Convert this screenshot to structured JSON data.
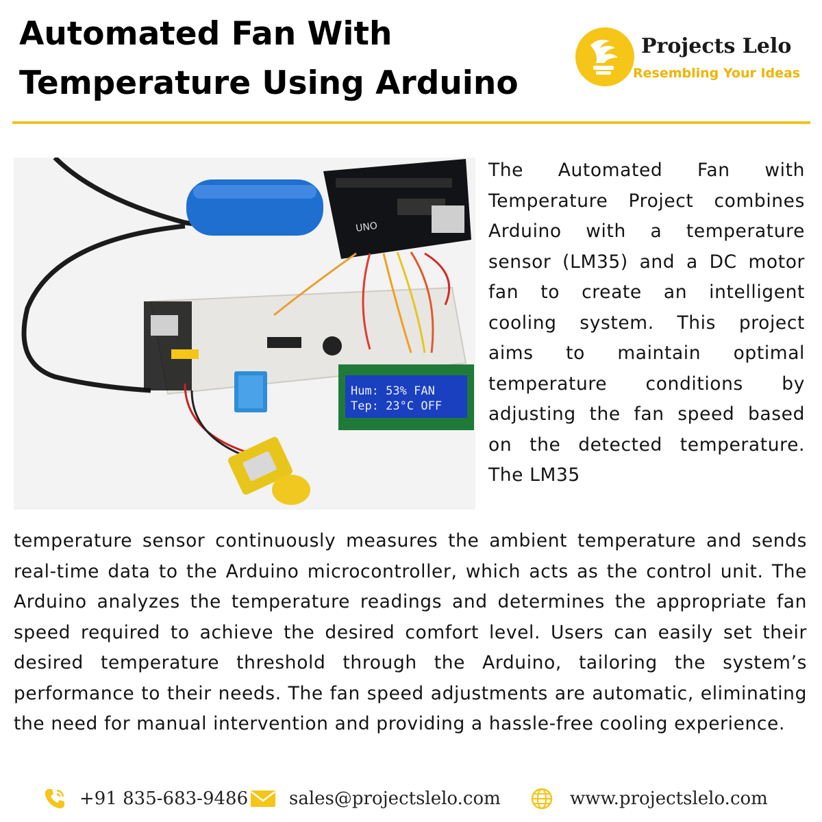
{
  "header": {
    "title_line1": "Automated Fan With",
    "title_line2": "Temperature Using Arduino"
  },
  "logo": {
    "name": "Projects Lelo",
    "tagline": "Resembling Your Ideas"
  },
  "photo": {
    "lcd_line1": "Hum: 53%  FAN",
    "lcd_line2": "Tep: 23°C OFF",
    "board_label": "UNO"
  },
  "body": {
    "paragraph_right": "The Automated Fan with Temperature Project combines Arduino with a temperature sensor (LM35) and a DC motor fan to create an intelligent cooling system. This project aims to maintain optimal temperature conditions by adjusting the fan speed based on the detected temperature. The LM35",
    "paragraph_bottom": " temperature sensor continuously measures the ambient temperature and sends real-time data to the Arduino microcontroller, which acts as the control unit. The Arduino analyzes the temperature readings and determines the appropriate fan speed required to achieve the desired comfort level. Users can easily set their desired temperature threshold through the Arduino, tailoring the system’s performance to their needs. The fan speed adjustments are automatic, eliminating the need for manual intervention and providing a hassle-free cooling experience."
  },
  "footer": {
    "phone": "+91 835-683-9486",
    "email": "sales@projectslelo.com",
    "website": "www.projectslelo.com"
  },
  "colors": {
    "accent": "#f2c21b",
    "logo_tag": "#f0b400",
    "text": "#141414"
  },
  "icons": [
    "phone-icon",
    "mail-icon",
    "globe-icon",
    "projects-lelo-logo-icon"
  ]
}
